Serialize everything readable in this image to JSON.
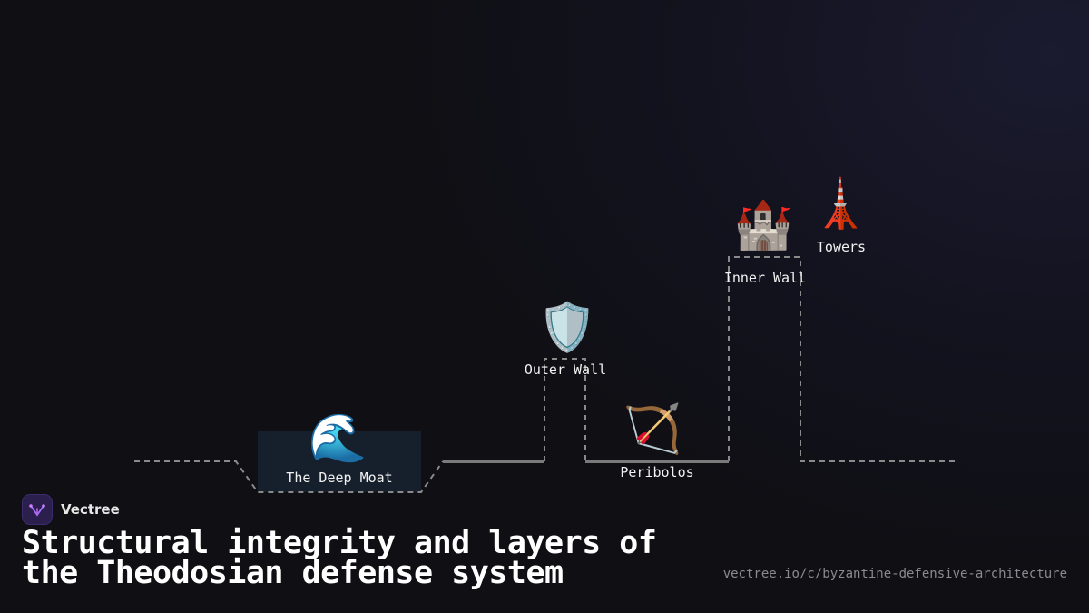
{
  "diagram": {
    "sections": [
      {
        "id": "moat",
        "label": "The Deep Moat",
        "icon": "water-wave-icon",
        "glyph": "🌊"
      },
      {
        "id": "outer_wall",
        "label": "Outer Wall",
        "icon": "shield-icon",
        "glyph": "🛡️"
      },
      {
        "id": "peribolos",
        "label": "Peribolos",
        "icon": "bow-and-arrow-icon",
        "glyph": "🏹"
      },
      {
        "id": "inner_wall",
        "label": "Inner Wall",
        "icon": "castle-icon",
        "glyph": "🏰"
      },
      {
        "id": "towers",
        "label": "Towers",
        "icon": "tower-icon",
        "glyph": "🗼"
      }
    ],
    "colors": {
      "profile": "#8a8a8a",
      "ground": "#7a7a7a",
      "moat_fill": "#16202c",
      "label": "#f2f2f2"
    }
  },
  "brand": {
    "name": "Vectree",
    "icon": "vectree-logo-icon"
  },
  "title": "Structural integrity and layers of the Theodosian defense system",
  "url": "vectree.io/c/byzantine-defensive-architecture"
}
